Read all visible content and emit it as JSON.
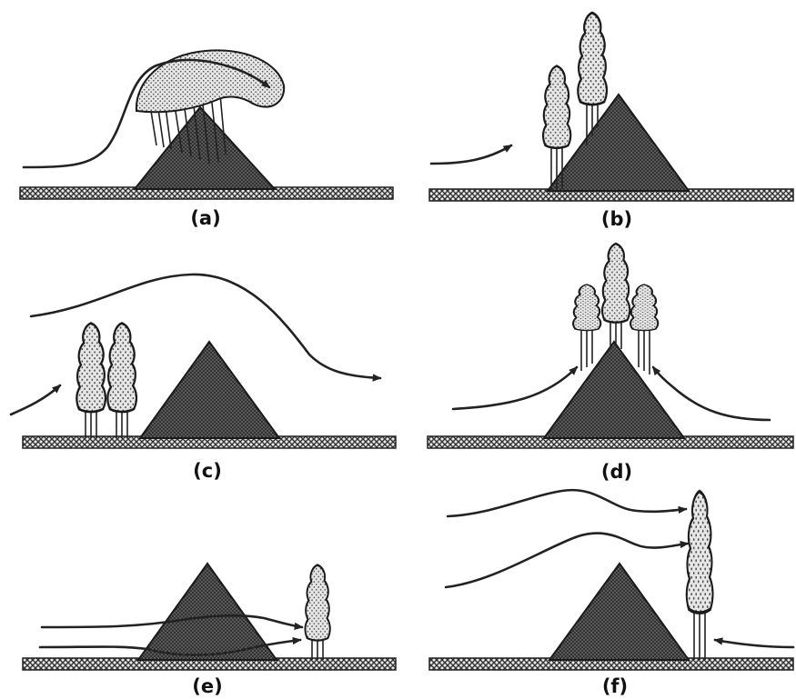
{
  "figure": {
    "panels": [
      {
        "id": "a",
        "label": "(a)"
      },
      {
        "id": "b",
        "label": "(b)"
      },
      {
        "id": "c",
        "label": "(c)"
      },
      {
        "id": "d",
        "label": "(d)"
      },
      {
        "id": "e",
        "label": "(e)"
      },
      {
        "id": "f",
        "label": "(f)"
      }
    ]
  },
  "colors": {
    "ink": "#222222",
    "ground_fill": "#9a9a9a",
    "mountain_fill": "#6e6e6e",
    "cloud_fill": "#d9d9d9"
  }
}
